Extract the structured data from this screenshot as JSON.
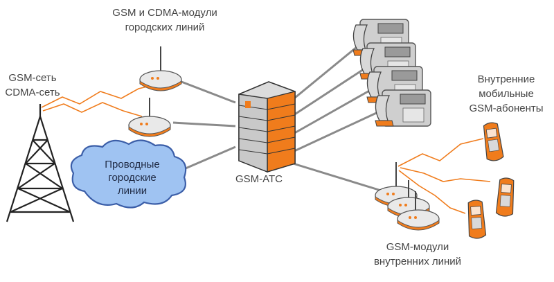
{
  "labels": {
    "gsm_cdma_modules": [
      "GSM и CDMA-модули",
      "городских линий"
    ],
    "gsm_network": [
      "GSM-сеть",
      "CDMA-сеть"
    ],
    "internal_mobile": [
      "Внутренние",
      "мобильные",
      "GSM-абоненты"
    ],
    "wired_lines": [
      "Проводные",
      "городские",
      "линии"
    ],
    "gsm_pbx": "GSM-АТС",
    "internal_modules": [
      "GSM-модули",
      "внутренних  линий"
    ]
  },
  "colors": {
    "orange": "#f07c1c",
    "link_gray": "#8a8a8a",
    "cloud_fill": "#9fc3f2",
    "cloud_stroke": "#3b5ea8",
    "text": "#444444"
  },
  "icons": [
    "tower-icon",
    "gsm-module-icon",
    "server-icon",
    "ip-phone-icon",
    "mobile-phone-icon",
    "cloud-icon"
  ]
}
